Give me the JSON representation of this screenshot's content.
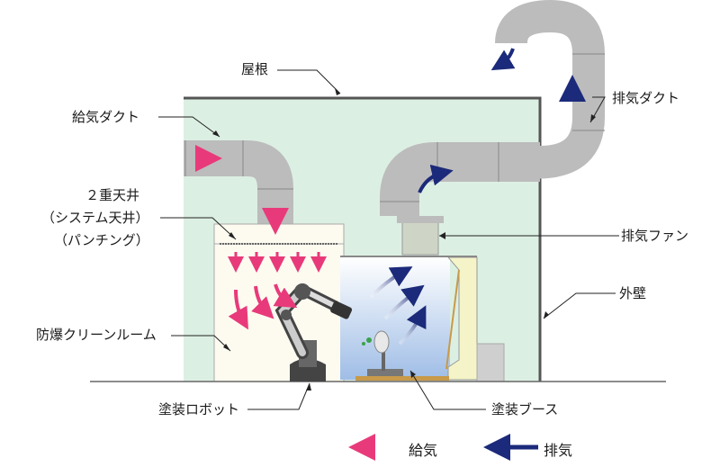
{
  "labels": {
    "roof": "屋根",
    "supply_duct": "給気ダクト",
    "exhaust_duct": "排気ダクト",
    "double_ceiling_1": "２重天井",
    "double_ceiling_2": "（システム天井）",
    "double_ceiling_3": "（パンチング）",
    "exhaust_fan": "排気ファン",
    "outer_wall": "外壁",
    "cleanroom": "防爆クリーンルーム",
    "robot": "塗装ロボット",
    "booth": "塗装ブース"
  },
  "legend": {
    "supply": "給気",
    "exhaust": "排気"
  },
  "colors": {
    "supply": "#e83a7a",
    "exhaust": "#1b2a7a",
    "building_fill": "#dcefe3",
    "duct": "#bcbcbc"
  }
}
